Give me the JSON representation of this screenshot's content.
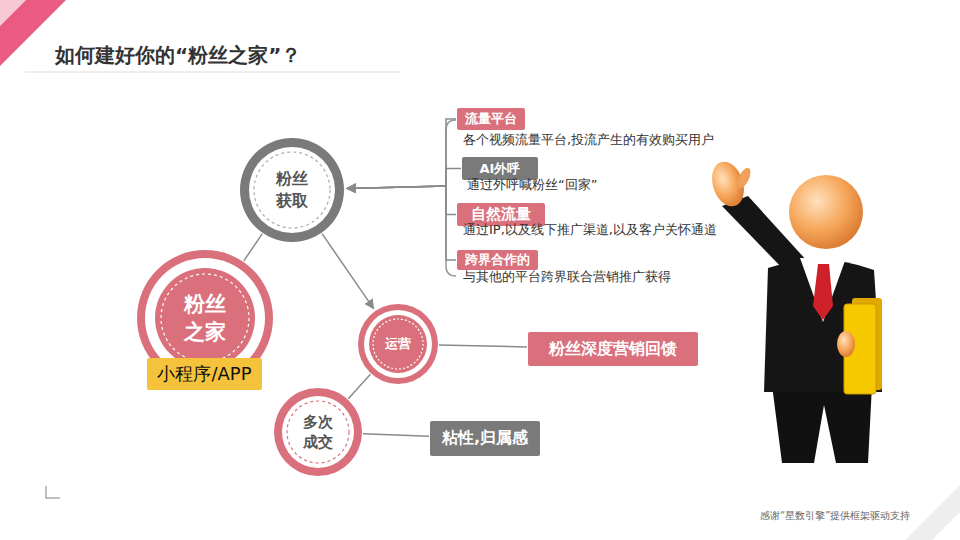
{
  "diagram": {
    "title": "如何建好你的“粉丝之家”？",
    "nodes": [
      {
        "text": [
          "粉丝 之家"
        ]
      },
      {
        "text": [
          "小程序/APP"
        ]
      },
      {
        "text": [
          "粉丝 获取"
        ]
      },
      {
        "text": [
          "运营"
        ]
      },
      {
        "text": [
          "多次 成交"
        ]
      },
      {
        "text": [
          "流量平台"
        ]
      },
      {
        "text": [
          "AI外呼"
        ]
      },
      {
        "text": [
          "自然流量"
        ]
      },
      {
        "text": [
          "跨界合作的"
        ]
      },
      {
        "text": [
          "粉丝深度营销回馈"
        ]
      },
      {
        "text": [
          "粘性,归属感"
        ]
      }
    ],
    "edges": [
      {
        "from": 5,
        "to": 2,
        "arrow": "to"
      },
      {
        "from": 6,
        "to": 2,
        "arrow": "to"
      },
      {
        "from": 7,
        "to": 2,
        "arrow": "to"
      },
      {
        "from": 8,
        "to": 2,
        "arrow": "to"
      },
      {
        "from": 0,
        "to": 2,
        "arrow": "none"
      },
      {
        "from": 2,
        "to": 3,
        "arrow": "to"
      },
      {
        "from": 3,
        "to": 9,
        "arrow": "none"
      },
      {
        "from": 3,
        "to": 4,
        "arrow": "none"
      },
      {
        "from": 4,
        "to": 10,
        "arrow": "none"
      }
    ],
    "labels": [
      "各个视频流量平台,投流产生的有效购买用户",
      "通过外呼喊粉丝“回家”",
      "通过IP,以及线下推广渠道,以及客户关怀通道",
      "与其他的平台跨界联合营销推广获得",
      "感谢“星数引擎”提供框架驱动支持"
    ]
  }
}
